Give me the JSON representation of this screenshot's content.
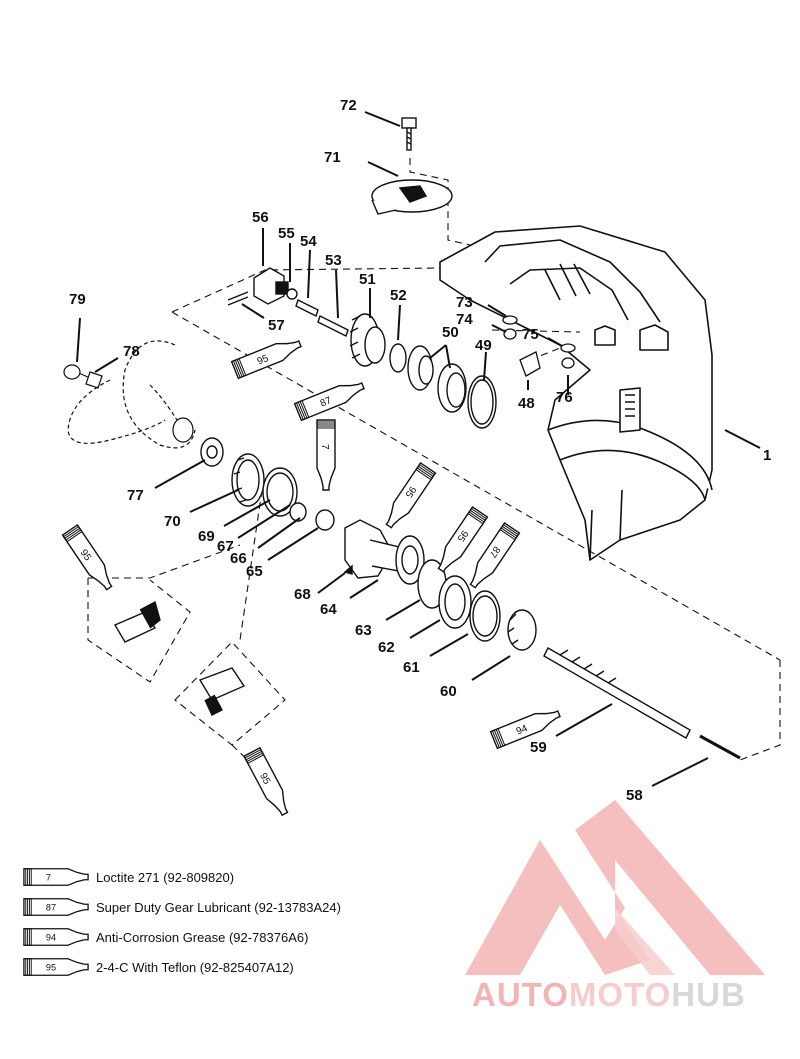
{
  "diagram": {
    "callouts": [
      "1",
      "48",
      "49",
      "50",
      "51",
      "52",
      "53",
      "54",
      "55",
      "56",
      "57",
      "58",
      "59",
      "60",
      "61",
      "62",
      "63",
      "64",
      "65",
      "66",
      "67",
      "68",
      "69",
      "70",
      "71",
      "72",
      "73",
      "74",
      "75",
      "76",
      "77",
      "78",
      "79"
    ],
    "tube_numbers": {
      "t95_a": "95",
      "t87_a": "87",
      "t7_a": "7",
      "t95_b": "95",
      "t95_c": "95",
      "t87_b": "87",
      "t95_d": "95",
      "t94_a": "94",
      "t95_e": "95"
    }
  },
  "legend": [
    {
      "num": "7",
      "label": "Loctite 271 (92-809820)"
    },
    {
      "num": "87",
      "label": "Super Duty Gear Lubricant (92-13783A24)"
    },
    {
      "num": "94",
      "label": "Anti-Corrosion Grease (92-78376A6)"
    },
    {
      "num": "95",
      "label": "2-4-C  With Teflon (92-825407A12)"
    }
  ],
  "watermark": {
    "brand_auto": "AUTO",
    "brand_moto": "MOTO",
    "brand_hub": "HUB",
    "color_primary": "#f3b4b4",
    "color_light": "#f7cccc",
    "color_hub": "#d8d8d8"
  }
}
